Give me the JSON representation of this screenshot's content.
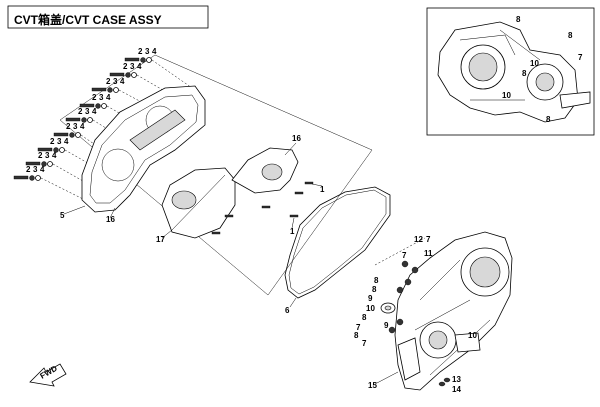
{
  "title": "CVT箱盖/CVT CASE ASSY",
  "direction_tag": "FWD",
  "callouts": {
    "bolt_rows": [
      [
        "2",
        "3",
        "4"
      ],
      [
        "2",
        "3",
        "4"
      ],
      [
        "2",
        "3",
        "4"
      ],
      [
        "2",
        "3",
        "4"
      ],
      [
        "2",
        "3",
        "4"
      ],
      [
        "2",
        "3",
        "4"
      ],
      [
        "2",
        "3",
        "4"
      ],
      [
        "2",
        "3",
        "4"
      ],
      [
        "2",
        "3",
        "4"
      ]
    ],
    "outer_cover": "5",
    "gasket": "6",
    "main_16": "16",
    "guide_16": "16",
    "inner_cover": "17",
    "screw_1a": "1",
    "screw_1b": "1",
    "right_labels": [
      "12",
      "7",
      "11",
      "7",
      "8",
      "8",
      "9",
      "10",
      "8",
      "9",
      "7",
      "8",
      "7",
      "10",
      "13",
      "14",
      "15"
    ],
    "inset_labels": [
      "8",
      "8",
      "10",
      "8",
      "7",
      "10",
      "8"
    ]
  }
}
